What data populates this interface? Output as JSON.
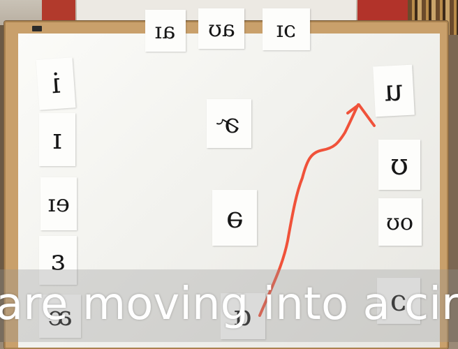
{
  "cards": {
    "top_1": "aɪ",
    "top_2": "aʊ",
    "top_3": "ɔɪ",
    "left_1": "i",
    "left_2": "ɪ",
    "left_3": "eɪ",
    "left_4": "ɛ",
    "left_5": "æ",
    "center_1": "ɚ",
    "center_2": "ə",
    "center_3": "ɑ",
    "right_1": "u",
    "right_2": "ʊ",
    "right_3": "oʊ",
    "right_4": "ɔ"
  },
  "colors": {
    "arrow": "#f0523a",
    "frame": "#c9a06b",
    "board": "#f4f4f1"
  },
  "subtitle": "are moving into a circ"
}
